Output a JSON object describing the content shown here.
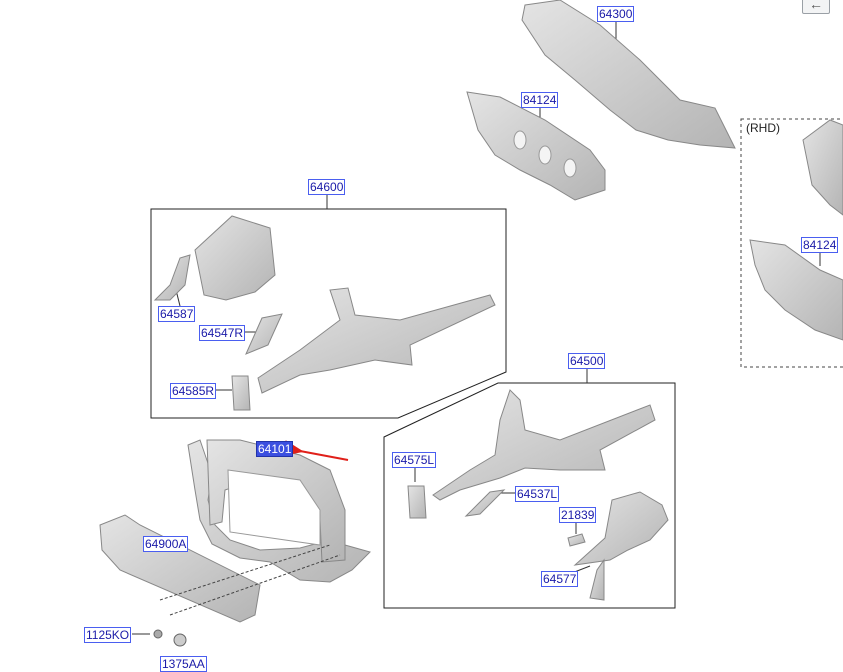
{
  "diagram": {
    "note": "(RHD)",
    "selected_part": "64101",
    "labels": {
      "p64300": "64300",
      "p84124a": "84124",
      "p84124b": "84124",
      "p64600": "64600",
      "p64587": "64587",
      "p64547r": "64547R",
      "p64585r": "64585R",
      "p64101": "64101",
      "p64500": "64500",
      "p64575l": "64575L",
      "p64537l": "64537L",
      "p21839": "21839",
      "p64577": "64577",
      "p64900a": "64900A",
      "p1125ko": "1125KO",
      "p_bottom": "1375AA"
    },
    "back_icon": "arrow-left-icon",
    "colors": {
      "label_text": "#1a1aa8",
      "label_border": "#4a5ef0",
      "selected_bg": "#3b4fe0",
      "arrow": "#e0201a"
    }
  }
}
